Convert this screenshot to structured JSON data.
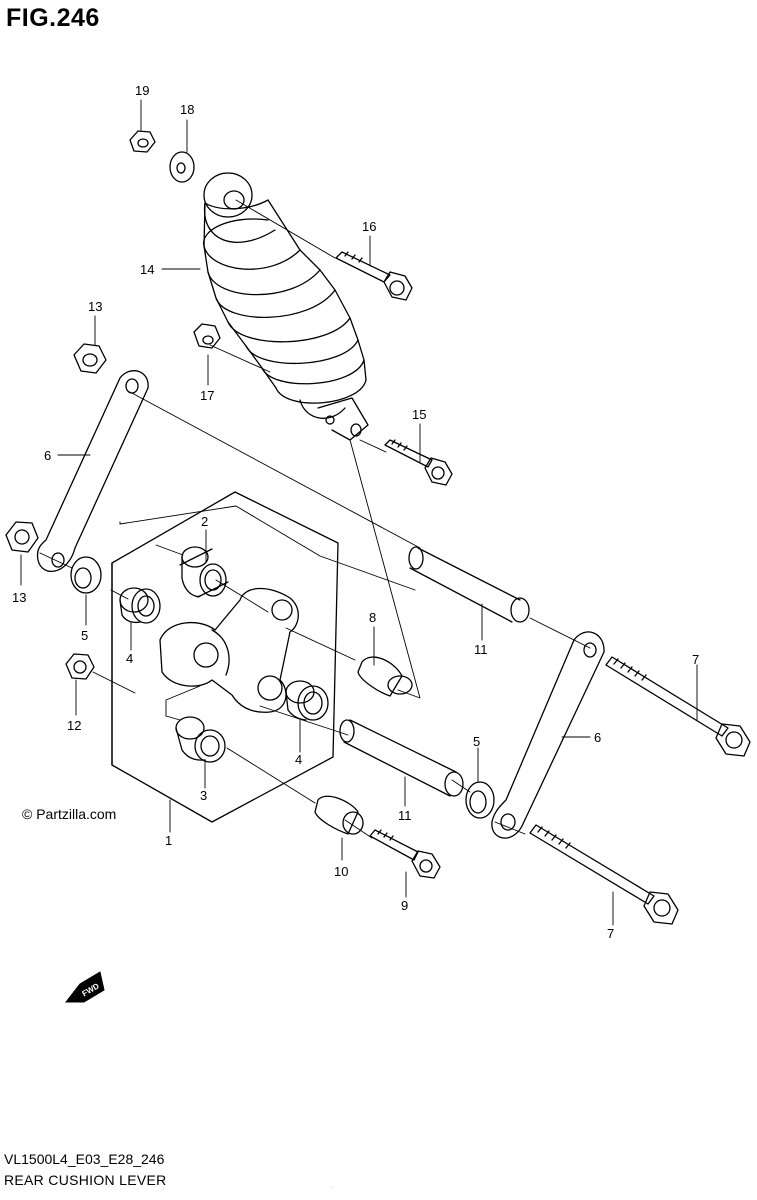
{
  "figure": {
    "title": "FIG.246",
    "model_code": "VL1500L4_E03_E28_246",
    "caption": "REAR CUSHION LEVER",
    "copyright": "© Partzilla.com",
    "fine_print": "..."
  },
  "callouts": [
    "19",
    "18",
    "16",
    "14",
    "13",
    "17",
    "15",
    "6",
    "2",
    "13",
    "5",
    "8",
    "11",
    "4",
    "7",
    "12",
    "4",
    "6",
    "5",
    "3",
    "11",
    "1",
    "10",
    "9",
    "7"
  ],
  "fwd_label": "FWD",
  "colors": {
    "line": "#000000",
    "background": "#ffffff"
  }
}
